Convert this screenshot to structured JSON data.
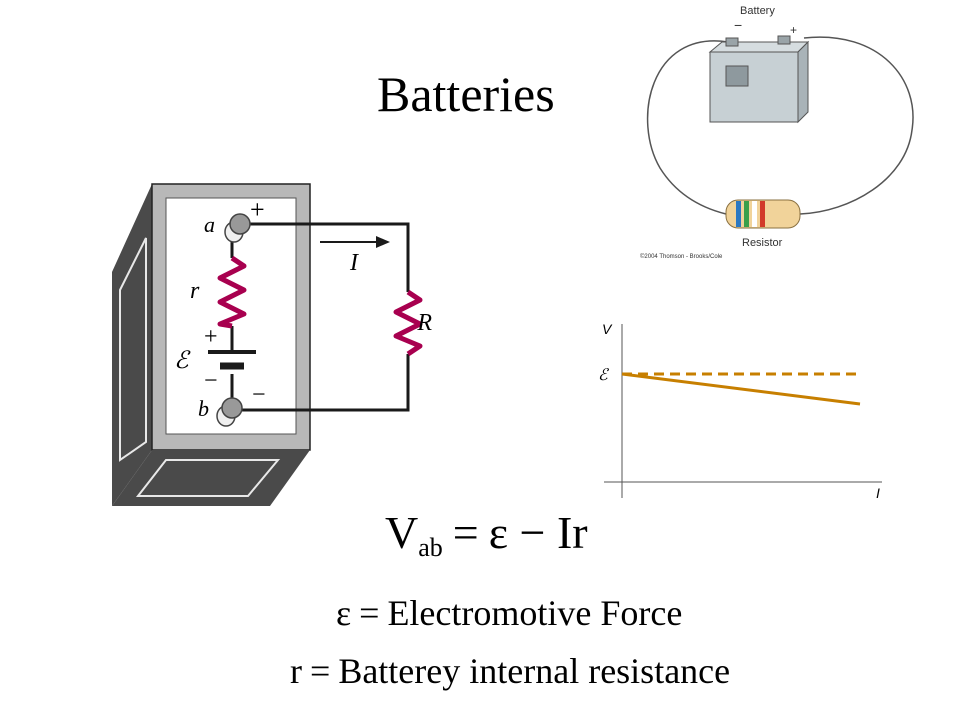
{
  "title": "Batteries",
  "battery_diagram": {
    "label_a": "a",
    "label_b": "b",
    "label_r": "r",
    "label_emf": "ℰ",
    "label_R": "R",
    "label_I": "I",
    "plus_a": "+",
    "minus_b": "−",
    "cell_plus": "+",
    "cell_minus": "−"
  },
  "circuit_photo": {
    "battery_label": "Battery",
    "resistor_label": "Resistor",
    "minus": "−",
    "plus": "+",
    "credit": "©2004 Thomson - Brooks/Cole"
  },
  "graph": {
    "y_label": "V",
    "x_label": "I",
    "emf_tick": "ℰ"
  },
  "equation": {
    "lhs": "V",
    "lhs_sub": "ab",
    "equals": "=",
    "rhs": "ε − Ir"
  },
  "definitions": [
    {
      "symbol": "ε",
      "equals": "=",
      "text": "Electromotive Force"
    },
    {
      "symbol": "r",
      "equals": "=",
      "text": "Batterey internal resistance"
    }
  ],
  "colors": {
    "resistor": "#a8004f",
    "line": "#c77f00",
    "wire": "#1a1a1a",
    "battery_face": "#b8b8b8",
    "battery_side": "#4a4a4a"
  }
}
